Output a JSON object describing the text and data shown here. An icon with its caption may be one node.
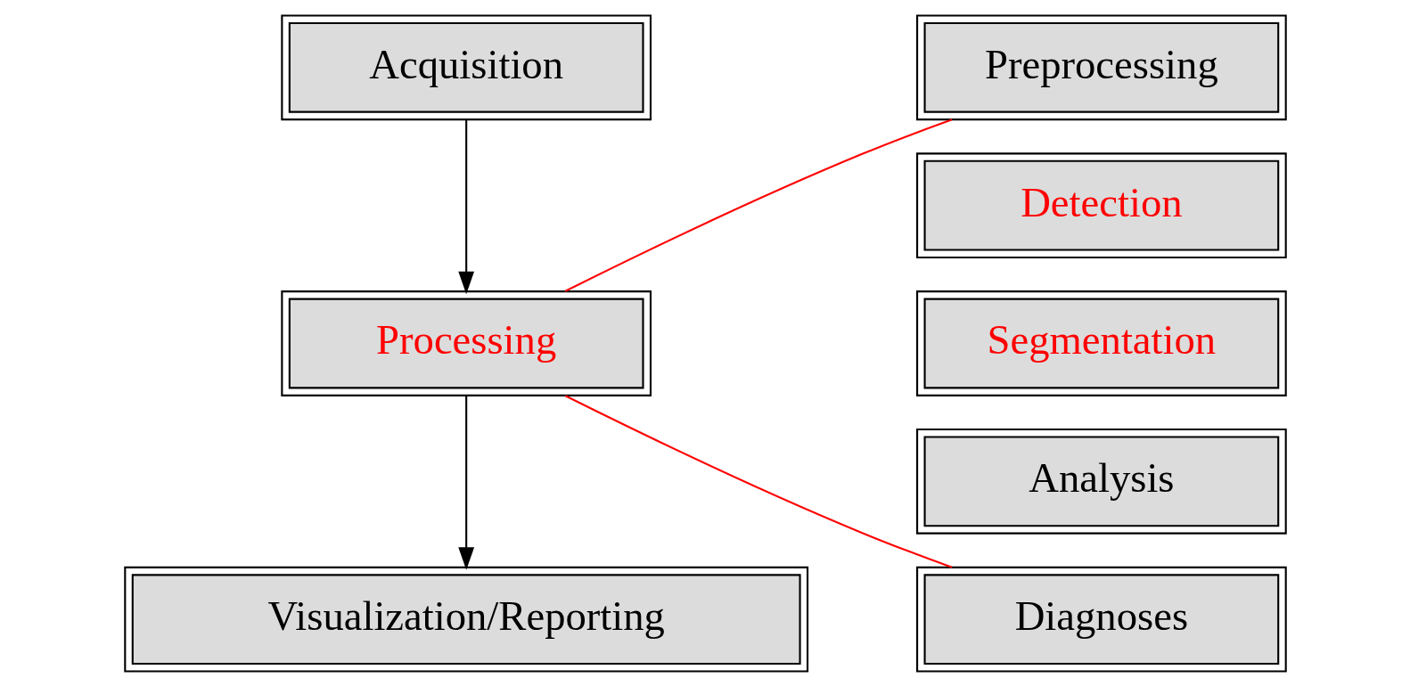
{
  "diagram": {
    "nodes": [
      {
        "text": [
          "Acquisition"
        ]
      },
      {
        "text": [
          "Processing"
        ]
      },
      {
        "text": [
          "Visualization/Reporting"
        ]
      },
      {
        "text": [
          "Preprocessing"
        ]
      },
      {
        "text": [
          "Detection"
        ]
      },
      {
        "text": [
          "Segmentation"
        ]
      },
      {
        "text": [
          "Analysis"
        ]
      },
      {
        "text": [
          "Diagnoses"
        ]
      }
    ],
    "edges": [
      {
        "from": 0,
        "to": 1,
        "arrow": "to"
      },
      {
        "from": 1,
        "to": 2,
        "arrow": "to"
      },
      {
        "from": 1,
        "to": 3,
        "arrow": "none",
        "color": "#ff0000"
      },
      {
        "from": 1,
        "to": 7,
        "arrow": "none",
        "color": "#ff0000"
      }
    ]
  }
}
